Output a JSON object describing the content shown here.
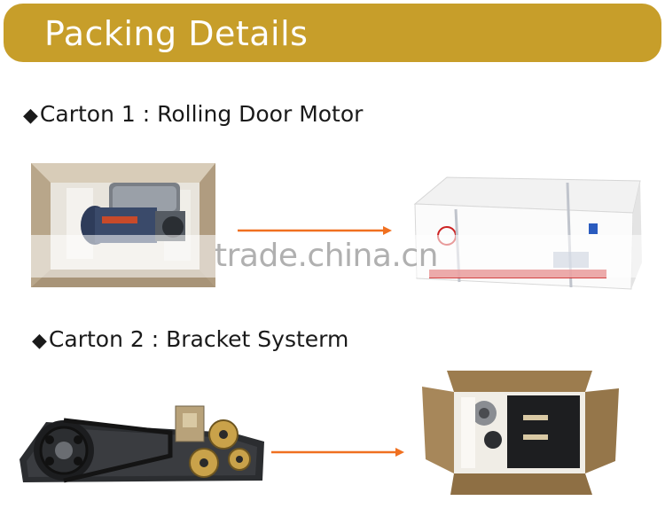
{
  "header": {
    "title": "Packing Details",
    "color": "#c79e2a"
  },
  "carton1": {
    "heading": "Carton 1 : Rolling Door Motor"
  },
  "carton2": {
    "heading": "Carton 2 : Bracket Systerm"
  },
  "watermark": {
    "text": "trade.china.cn"
  },
  "arrow_color": "#f07020"
}
